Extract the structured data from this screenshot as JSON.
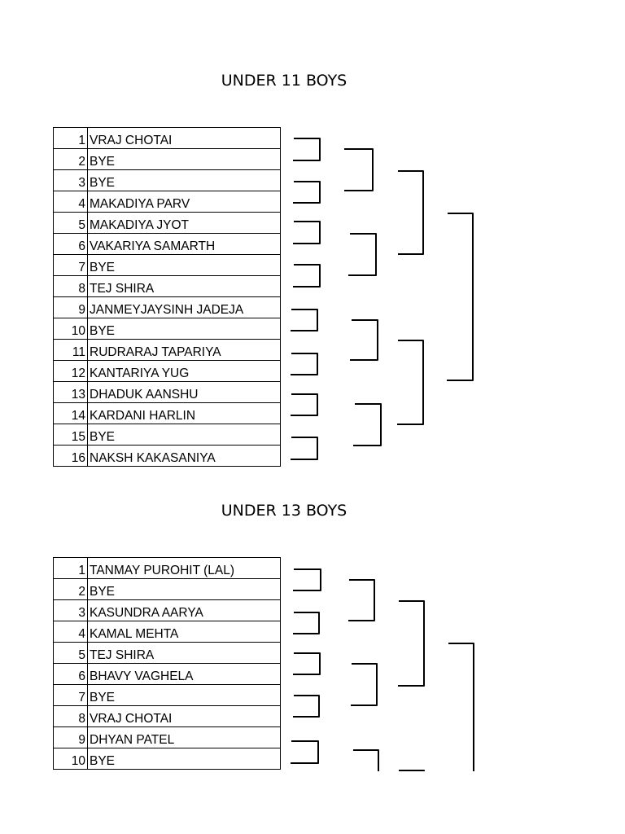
{
  "sections": [
    {
      "title": "UNDER 11 BOYS",
      "entries": [
        {
          "seed": "1",
          "name": "VRAJ CHOTAI"
        },
        {
          "seed": "2",
          "name": "BYE"
        },
        {
          "seed": "3",
          "name": "BYE"
        },
        {
          "seed": "4",
          "name": "MAKADIYA PARV"
        },
        {
          "seed": "5",
          "name": "MAKADIYA JYOT"
        },
        {
          "seed": "6",
          "name": "VAKARIYA SAMARTH"
        },
        {
          "seed": "7",
          "name": "BYE"
        },
        {
          "seed": "8",
          "name": "TEJ SHIRA"
        },
        {
          "seed": "9",
          "name": "JANMEYJAYSINH JADEJA"
        },
        {
          "seed": "10",
          "name": "BYE"
        },
        {
          "seed": "11",
          "name": "RUDRARAJ TAPARIYA"
        },
        {
          "seed": "12",
          "name": "KANTARIYA YUG"
        },
        {
          "seed": "13",
          "name": "DHADUK AANSHU"
        },
        {
          "seed": "14",
          "name": "KARDANI HARLIN"
        },
        {
          "seed": "15",
          "name": "BYE"
        },
        {
          "seed": "16",
          "name": "NAKSH KAKASANIYA"
        }
      ]
    },
    {
      "title": "UNDER 13 BOYS",
      "entries": [
        {
          "seed": "1",
          "name": "TANMAY PUROHIT (LAL)"
        },
        {
          "seed": "2",
          "name": "BYE"
        },
        {
          "seed": "3",
          "name": "KASUNDRA AARYA"
        },
        {
          "seed": "4",
          "name": "KAMAL MEHTA"
        },
        {
          "seed": "5",
          "name": "TEJ SHIRA"
        },
        {
          "seed": "6",
          "name": "BHAVY VAGHELA"
        },
        {
          "seed": "7",
          "name": "BYE"
        },
        {
          "seed": "8",
          "name": "VRAJ CHOTAI"
        },
        {
          "seed": "9",
          "name": "DHYAN PATEL"
        },
        {
          "seed": "10",
          "name": "BYE"
        }
      ]
    }
  ]
}
